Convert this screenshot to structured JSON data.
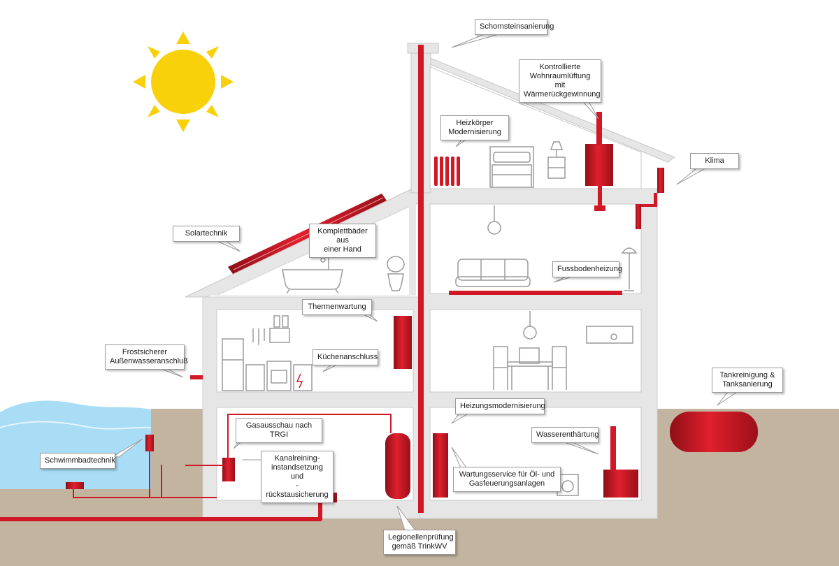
{
  "colors": {
    "accent_red": "#d01826",
    "ground": "#c2b49f",
    "water": "#a9dcf5",
    "sun": "#f8d10a",
    "wall": "#e6e6e6",
    "room": "#ffffff"
  },
  "icons": [
    "sun-icon",
    "bathtub-icon",
    "toilet-icon",
    "bed-icon",
    "nightstand-icon",
    "sofa-icon",
    "floor-lamp-icon",
    "pendant-lamp-icon",
    "dining-table-icon",
    "kitchen-icon",
    "washing-machine-icon",
    "radiator-icon",
    "boiler-icon",
    "oil-tank-icon"
  ],
  "labels": {
    "schornstein": "Schornsteinsanierung",
    "lueftung": [
      "Kontrollierte",
      "Wohnraumlüftung mit",
      "Wärmerückgewinnung"
    ],
    "heizkoerper": [
      "Heizkörper",
      "Modernisierung"
    ],
    "klima": "Klima",
    "solar": "Solartechnik",
    "komplettbaeder": [
      "Komplettbäder aus",
      "einer Hand"
    ],
    "fussboden": "Fussbodenheizung",
    "thermen": "Thermenwartung",
    "frost": [
      "Frostsicherer",
      "Außenwasseranschluß"
    ],
    "kueche": "Küchenanschluss",
    "tank": [
      "Tankreinigung &",
      "Tanksanierung"
    ],
    "heizungsmod": "Heizungsmodernisierung",
    "gas": "Gasausschau nach TRGI",
    "kanal": [
      "Kanalreining-",
      "instandsetzung und",
      "-rückstausicherung"
    ],
    "wasserenth": "Wasserenthärtung",
    "schwimmbad": "Schwimmbadtechnik",
    "wartung": [
      "Wartungsservice für Öl- und",
      "Gasfeuerungsanlagen"
    ],
    "legionellen": [
      "Legionellenprüfung",
      "gemäß TrinkWV"
    ]
  }
}
